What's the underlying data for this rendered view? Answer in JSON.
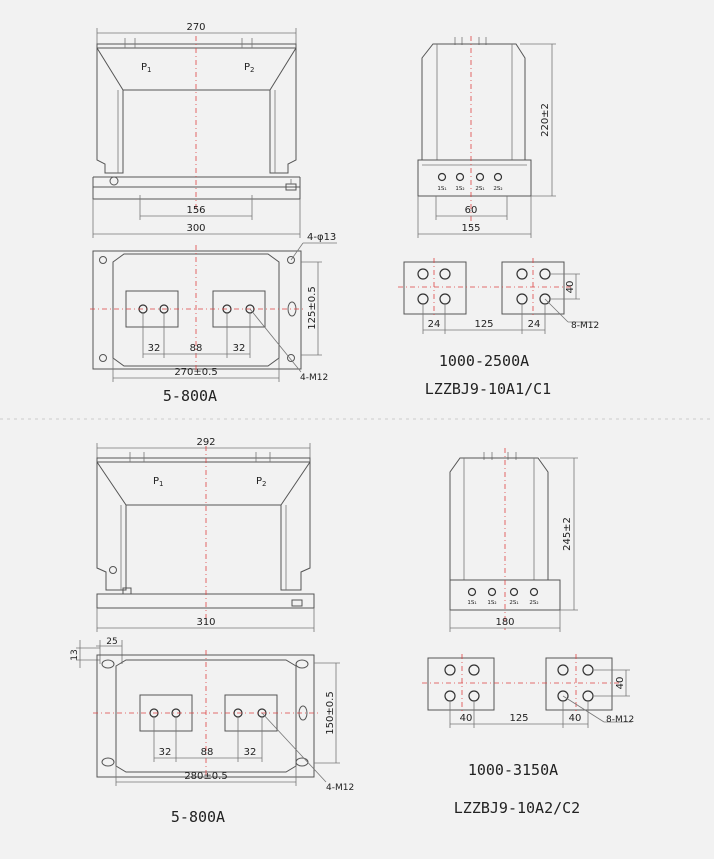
{
  "section1": {
    "front": {
      "width": "270",
      "base_hole_spacing": "156",
      "base_width": "300",
      "term_p1": "P",
      "term_p1_sub": "1",
      "term_p2": "P",
      "term_p2_sub": "2"
    },
    "plan": {
      "mount_holes": "4-φ13",
      "height": "125±0.5",
      "spacing_32a": "32",
      "spacing_88": "88",
      "spacing_32b": "32",
      "width": "270±0.5",
      "bolts": "4-M12"
    },
    "side": {
      "height": "220±2",
      "spacing": "60",
      "width": "155",
      "terminals": [
        "1S₁",
        "1S₂",
        "2S₁",
        "2S₂"
      ]
    },
    "busbar": {
      "dim_40": "40",
      "dim_24a": "24",
      "dim_125": "125",
      "dim_24b": "24",
      "bolts": "8-M12"
    },
    "range_small": "5-800A",
    "range_large": "1000-2500A",
    "model": "LZZBJ9-10A1/C1"
  },
  "section2": {
    "front": {
      "width": "292",
      "base_width": "310",
      "term_p1": "P",
      "term_p1_sub": "1",
      "term_p2": "P",
      "term_p2_sub": "2"
    },
    "plan": {
      "slot_13": "13",
      "slot_25": "25",
      "height": "150±0.5",
      "spacing_32a": "32",
      "spacing_88": "88",
      "spacing_32b": "32",
      "width": "280±0.5",
      "bolts": "4-M12"
    },
    "side": {
      "height": "245±2",
      "width": "180",
      "terminals": [
        "1S₁",
        "1S₂",
        "2S₁",
        "2S₂"
      ]
    },
    "busbar": {
      "dim_40v": "40",
      "dim_40a": "40",
      "dim_125": "125",
      "dim_40b": "40",
      "bolts": "8-M12"
    },
    "range_small": "5-800A",
    "range_large": "1000-3150A",
    "model": "LZZBJ9-10A2/C2"
  }
}
